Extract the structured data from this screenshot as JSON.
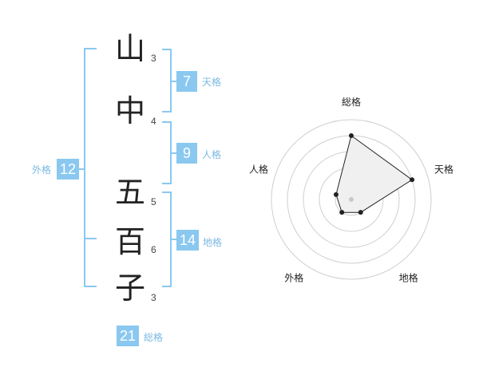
{
  "name": {
    "chars": [
      {
        "char": "山",
        "strokes": "3"
      },
      {
        "char": "中",
        "strokes": "4"
      },
      {
        "char": "五",
        "strokes": "5"
      },
      {
        "char": "百",
        "strokes": "6"
      },
      {
        "char": "子",
        "strokes": "3"
      }
    ]
  },
  "grids": {
    "tenkaku": {
      "value": "7",
      "label": "天格"
    },
    "jinkaku": {
      "value": "9",
      "label": "人格"
    },
    "chikaku": {
      "value": "14",
      "label": "地格"
    },
    "gaikaku": {
      "value": "12",
      "label": "外格"
    },
    "soukaku": {
      "value": "21",
      "label": "総格"
    }
  },
  "colors": {
    "accent": "#8ac8f0",
    "label": "#7ab9e2"
  },
  "chart_data": {
    "type": "radar",
    "axes": [
      "総格",
      "天格",
      "地格",
      "外格",
      "人格"
    ],
    "values": [
      4,
      4,
      1,
      1,
      1
    ],
    "max": 5,
    "rings": 5
  }
}
